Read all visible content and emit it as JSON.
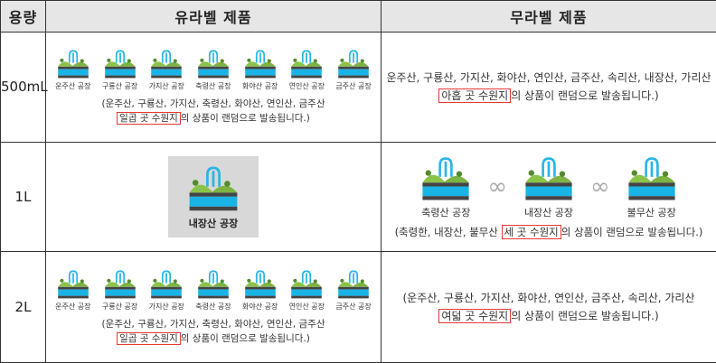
{
  "header": {
    "capacity": "용량",
    "labeled": "유라벨 제품",
    "unlabeled": "무라벨 제품"
  },
  "rows": [
    {
      "capacity": "500mL",
      "labeled": {
        "factories": [
          "운주산 공장",
          "구룡산 공장",
          "가지산 공장",
          "축령산 공장",
          "화야산 공장",
          "연인산 공장",
          "금주산 공장"
        ],
        "note_line1": "(운주산, 구룡산, 가지산, 축령산, 화야산, 연인산, 금주산",
        "note_highlight": "일곱 곳 수원지",
        "note_rest": "의 상품이 랜덤으로 발송됩니다.)"
      },
      "unlabeled": {
        "note_line1": "운주산, 구룡산, 가지산, 화야산, 연인산, 금주산, 속리산, 내장산, 가리산",
        "note_highlight": "아홉 곳 수원지",
        "note_rest": "의 상품이 랜덤으로 발송됩니다.)"
      }
    },
    {
      "capacity": "1L",
      "labeled": {
        "factory": "내장산 공장"
      },
      "unlabeled": {
        "factories": [
          "축령산 공장",
          "내장산 공장",
          "불무산 공장"
        ],
        "note_prefix": "(축령한, 내장산, 불무산 ",
        "note_highlight": "세 곳 수원지",
        "note_rest": "의 상품이 랜덤으로 발송됩니다.)"
      }
    },
    {
      "capacity": "2L",
      "labeled": {
        "factories": [
          "운주산 공장",
          "구룡산 공장",
          "가지산 공장",
          "축령산 공장",
          "화야산 공장",
          "연인산 공장",
          "금주산 공장"
        ],
        "note_line1": "(운주산, 구룡산, 가지산, 축령산, 화야산, 연인산, 금주산",
        "note_highlight": "일곱 곳 수원지",
        "note_rest": "의 상품이 랜덤으로 발송됩니다.)"
      },
      "unlabeled": {
        "note_line1": "(운주산, 구룡산, 가지산, 화야산, 연인산, 금주산, 속리산, 가리산",
        "note_highlight": "여덟 곳 수원지",
        "note_rest": "의 상품이 랜덤으로 발송됩니다.)"
      }
    }
  ]
}
